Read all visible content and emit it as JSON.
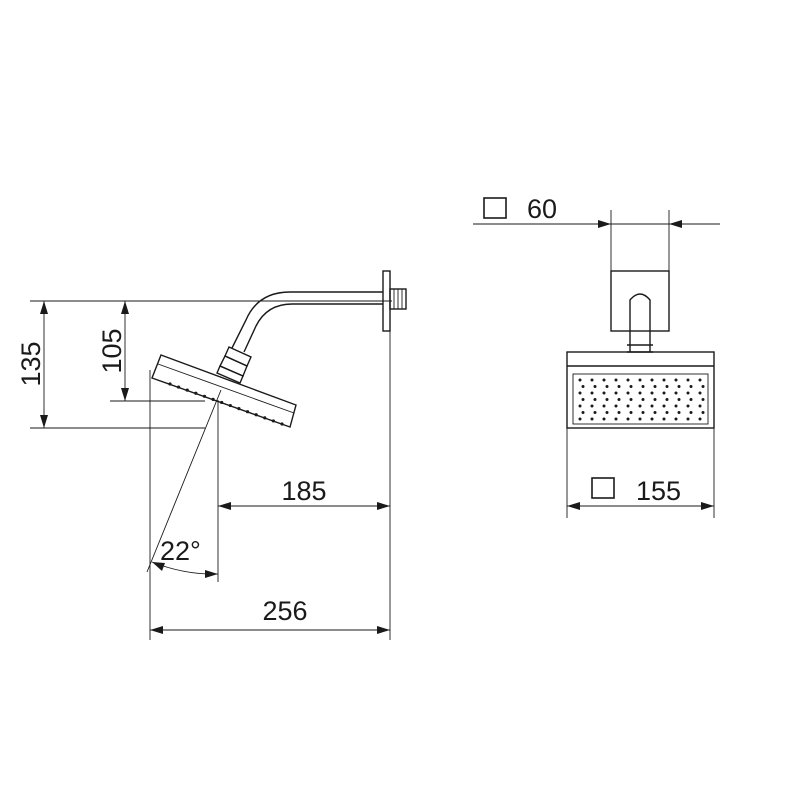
{
  "side_view": {
    "dimensions": {
      "height_total": "135",
      "height_head": "105",
      "reach_joint": "185",
      "reach_total": "256",
      "tilt_angle": "22°"
    }
  },
  "front_view": {
    "dimensions": {
      "flange_size": "60",
      "head_size": "155"
    }
  }
}
